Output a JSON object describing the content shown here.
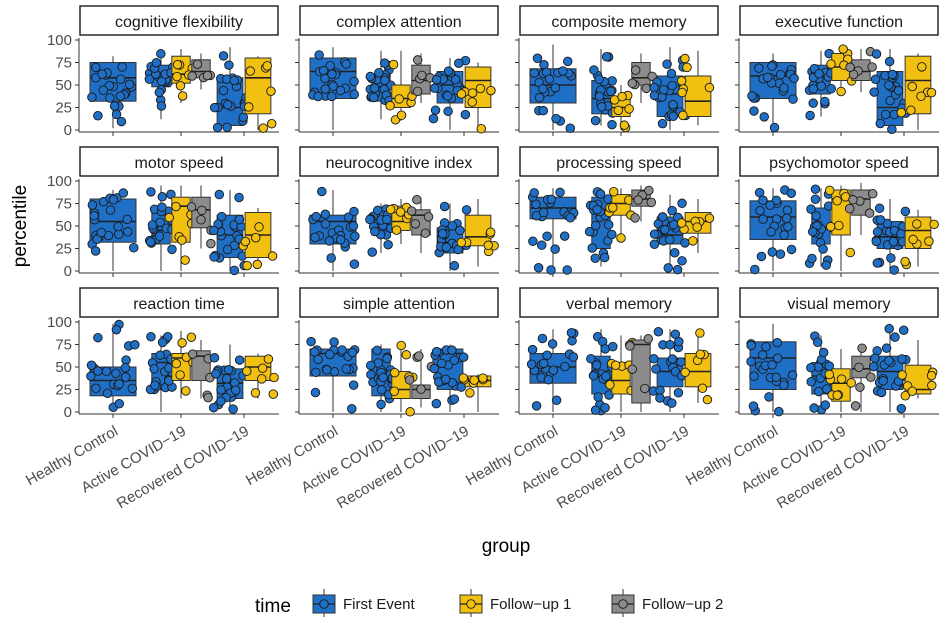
{
  "chart_data": {
    "type": "box",
    "xlabel": "group",
    "ylabel": "percentile",
    "ylim": [
      0,
      100
    ],
    "yticks": [
      0,
      25,
      50,
      75,
      100
    ],
    "categories": [
      "Healthy Control",
      "Active COVID−19",
      "Recovered COVID−19"
    ],
    "legend": {
      "title": "time",
      "position": "bottom",
      "entries": [
        {
          "name": "First Event",
          "color": "#1f6fc6"
        },
        {
          "name": "Follow−up 1",
          "color": "#f2c010"
        },
        {
          "name": "Follow−up 2",
          "color": "#8c8c8c"
        }
      ]
    },
    "panels": [
      {
        "name": "cognitive flexibility",
        "boxes": [
          {
            "group": 0,
            "time": 0,
            "q1": 32,
            "median": 58,
            "q3": 75,
            "wlo": 2,
            "whi": 82
          },
          {
            "group": 1,
            "time": 0,
            "q1": 48,
            "median": 60,
            "q3": 72,
            "wlo": 12,
            "whi": 85
          },
          {
            "group": 1,
            "time": 1,
            "q1": 52,
            "median": 62,
            "q3": 82,
            "wlo": 30,
            "whi": 90
          },
          {
            "group": 1,
            "time": 2,
            "q1": 58,
            "median": 65,
            "q3": 78,
            "wlo": 45,
            "whi": 85
          },
          {
            "group": 2,
            "time": 0,
            "q1": 5,
            "median": 25,
            "q3": 58,
            "wlo": 0,
            "whi": 92
          },
          {
            "group": 2,
            "time": 1,
            "q1": 18,
            "median": 58,
            "q3": 80,
            "wlo": 0,
            "whi": 82
          }
        ]
      },
      {
        "name": "complex attention",
        "boxes": [
          {
            "group": 0,
            "time": 0,
            "q1": 35,
            "median": 65,
            "q3": 80,
            "wlo": 0,
            "whi": 92
          },
          {
            "group": 1,
            "time": 0,
            "q1": 32,
            "median": 48,
            "q3": 62,
            "wlo": 12,
            "whi": 88
          },
          {
            "group": 1,
            "time": 1,
            "q1": 25,
            "median": 35,
            "q3": 50,
            "wlo": 10,
            "whi": 88
          },
          {
            "group": 1,
            "time": 2,
            "q1": 40,
            "median": 55,
            "q3": 72,
            "wlo": 30,
            "whi": 85
          },
          {
            "group": 2,
            "time": 0,
            "q1": 30,
            "median": 50,
            "q3": 65,
            "wlo": 0,
            "whi": 80
          },
          {
            "group": 2,
            "time": 1,
            "q1": 25,
            "median": 55,
            "q3": 70,
            "wlo": 0,
            "whi": 75
          }
        ]
      },
      {
        "name": "composite memory",
        "boxes": [
          {
            "group": 0,
            "time": 0,
            "q1": 30,
            "median": 50,
            "q3": 68,
            "wlo": 0,
            "whi": 95
          },
          {
            "group": 1,
            "time": 0,
            "q1": 18,
            "median": 35,
            "q3": 55,
            "wlo": 5,
            "whi": 90
          },
          {
            "group": 1,
            "time": 1,
            "q1": 15,
            "median": 25,
            "q3": 35,
            "wlo": 0,
            "whi": 50
          },
          {
            "group": 1,
            "time": 2,
            "q1": 50,
            "median": 58,
            "q3": 75,
            "wlo": 30,
            "whi": 85
          },
          {
            "group": 2,
            "time": 0,
            "q1": 15,
            "median": 40,
            "q3": 60,
            "wlo": 0,
            "whi": 92
          },
          {
            "group": 2,
            "time": 1,
            "q1": 15,
            "median": 32,
            "q3": 60,
            "wlo": 5,
            "whi": 88
          }
        ]
      },
      {
        "name": "executive function",
        "boxes": [
          {
            "group": 0,
            "time": 0,
            "q1": 35,
            "median": 60,
            "q3": 75,
            "wlo": 0,
            "whi": 85
          },
          {
            "group": 1,
            "time": 0,
            "q1": 40,
            "median": 60,
            "q3": 72,
            "wlo": 15,
            "whi": 88
          },
          {
            "group": 1,
            "time": 1,
            "q1": 55,
            "median": 70,
            "q3": 85,
            "wlo": 40,
            "whi": 92
          },
          {
            "group": 1,
            "time": 2,
            "q1": 55,
            "median": 65,
            "q3": 78,
            "wlo": 42,
            "whi": 90
          },
          {
            "group": 2,
            "time": 0,
            "q1": 5,
            "median": 25,
            "q3": 65,
            "wlo": 0,
            "whi": 90
          },
          {
            "group": 2,
            "time": 1,
            "q1": 18,
            "median": 55,
            "q3": 82,
            "wlo": 0,
            "whi": 85
          }
        ]
      },
      {
        "name": "motor speed",
        "boxes": [
          {
            "group": 0,
            "time": 0,
            "q1": 32,
            "median": 55,
            "q3": 80,
            "wlo": 0,
            "whi": 90
          },
          {
            "group": 1,
            "time": 0,
            "q1": 30,
            "median": 45,
            "q3": 70,
            "wlo": 0,
            "whi": 95
          },
          {
            "group": 1,
            "time": 1,
            "q1": 32,
            "median": 72,
            "q3": 82,
            "wlo": 0,
            "whi": 95
          },
          {
            "group": 1,
            "time": 2,
            "q1": 48,
            "median": 68,
            "q3": 82,
            "wlo": 25,
            "whi": 95
          },
          {
            "group": 2,
            "time": 0,
            "q1": 15,
            "median": 40,
            "q3": 62,
            "wlo": 0,
            "whi": 90
          },
          {
            "group": 2,
            "time": 1,
            "q1": 15,
            "median": 40,
            "q3": 65,
            "wlo": 5,
            "whi": 70
          }
        ]
      },
      {
        "name": "neurocognitive index",
        "boxes": [
          {
            "group": 0,
            "time": 0,
            "q1": 30,
            "median": 55,
            "q3": 62,
            "wlo": 0,
            "whi": 90
          },
          {
            "group": 1,
            "time": 0,
            "q1": 40,
            "median": 48,
            "q3": 62,
            "wlo": 20,
            "whi": 75
          },
          {
            "group": 1,
            "time": 1,
            "q1": 45,
            "median": 55,
            "q3": 72,
            "wlo": 30,
            "whi": 80
          },
          {
            "group": 1,
            "time": 2,
            "q1": 40,
            "median": 62,
            "q3": 68,
            "wlo": 20,
            "whi": 80
          },
          {
            "group": 2,
            "time": 0,
            "q1": 20,
            "median": 32,
            "q3": 48,
            "wlo": 0,
            "whi": 75
          },
          {
            "group": 2,
            "time": 1,
            "q1": 28,
            "median": 38,
            "q3": 62,
            "wlo": 5,
            "whi": 80
          }
        ]
      },
      {
        "name": "processing speed",
        "boxes": [
          {
            "group": 0,
            "time": 0,
            "q1": 58,
            "median": 70,
            "q3": 82,
            "wlo": 0,
            "whi": 92
          },
          {
            "group": 1,
            "time": 0,
            "q1": 25,
            "median": 68,
            "q3": 82,
            "wlo": 5,
            "whi": 92
          },
          {
            "group": 1,
            "time": 1,
            "q1": 62,
            "median": 75,
            "q3": 85,
            "wlo": 35,
            "whi": 92
          },
          {
            "group": 1,
            "time": 2,
            "q1": 72,
            "median": 80,
            "q3": 90,
            "wlo": 55,
            "whi": 95
          },
          {
            "group": 2,
            "time": 0,
            "q1": 30,
            "median": 40,
            "q3": 60,
            "wlo": 0,
            "whi": 85
          },
          {
            "group": 2,
            "time": 1,
            "q1": 42,
            "median": 55,
            "q3": 65,
            "wlo": 20,
            "whi": 80
          }
        ]
      },
      {
        "name": "psychomotor speed",
        "boxes": [
          {
            "group": 0,
            "time": 0,
            "q1": 35,
            "median": 60,
            "q3": 78,
            "wlo": 0,
            "whi": 92
          },
          {
            "group": 1,
            "time": 0,
            "q1": 30,
            "median": 48,
            "q3": 70,
            "wlo": 5,
            "whi": 92
          },
          {
            "group": 1,
            "time": 1,
            "q1": 40,
            "median": 80,
            "q3": 90,
            "wlo": 0,
            "whi": 95
          },
          {
            "group": 1,
            "time": 2,
            "q1": 62,
            "median": 80,
            "q3": 90,
            "wlo": 40,
            "whi": 98
          },
          {
            "group": 2,
            "time": 0,
            "q1": 25,
            "median": 38,
            "q3": 55,
            "wlo": 0,
            "whi": 80
          },
          {
            "group": 2,
            "time": 1,
            "q1": 25,
            "median": 45,
            "q3": 60,
            "wlo": 5,
            "whi": 68
          }
        ]
      },
      {
        "name": "reaction time",
        "boxes": [
          {
            "group": 0,
            "time": 0,
            "q1": 18,
            "median": 35,
            "q3": 50,
            "wlo": 0,
            "whi": 98
          },
          {
            "group": 1,
            "time": 0,
            "q1": 25,
            "median": 55,
            "q3": 65,
            "wlo": 0,
            "whi": 85
          },
          {
            "group": 1,
            "time": 1,
            "q1": 35,
            "median": 60,
            "q3": 65,
            "wlo": 15,
            "whi": 90
          },
          {
            "group": 1,
            "time": 2,
            "q1": 35,
            "median": 62,
            "q3": 68,
            "wlo": 15,
            "whi": 80
          },
          {
            "group": 2,
            "time": 0,
            "q1": 15,
            "median": 32,
            "q3": 48,
            "wlo": 0,
            "whi": 75
          },
          {
            "group": 2,
            "time": 1,
            "q1": 35,
            "median": 50,
            "q3": 62,
            "wlo": 15,
            "whi": 65
          }
        ]
      },
      {
        "name": "simple attention",
        "boxes": [
          {
            "group": 0,
            "time": 0,
            "q1": 40,
            "median": 65,
            "q3": 70,
            "wlo": 0,
            "whi": 80
          },
          {
            "group": 1,
            "time": 0,
            "q1": 18,
            "median": 40,
            "q3": 70,
            "wlo": 0,
            "whi": 75
          },
          {
            "group": 1,
            "time": 1,
            "q1": 15,
            "median": 25,
            "q3": 45,
            "wlo": 0,
            "whi": 75
          },
          {
            "group": 1,
            "time": 2,
            "q1": 15,
            "median": 25,
            "q3": 30,
            "wlo": 5,
            "whi": 70
          },
          {
            "group": 2,
            "time": 0,
            "q1": 25,
            "median": 65,
            "q3": 70,
            "wlo": 0,
            "whi": 75
          },
          {
            "group": 2,
            "time": 1,
            "q1": 28,
            "median": 35,
            "q3": 40,
            "wlo": 0,
            "whi": 42
          }
        ]
      },
      {
        "name": "verbal memory",
        "boxes": [
          {
            "group": 0,
            "time": 0,
            "q1": 32,
            "median": 50,
            "q3": 65,
            "wlo": 0,
            "whi": 92
          },
          {
            "group": 1,
            "time": 0,
            "q1": 20,
            "median": 40,
            "q3": 62,
            "wlo": 0,
            "whi": 92
          },
          {
            "group": 1,
            "time": 1,
            "q1": 20,
            "median": 35,
            "q3": 55,
            "wlo": 0,
            "whi": 85
          },
          {
            "group": 1,
            "time": 2,
            "q1": 10,
            "median": 75,
            "q3": 80,
            "wlo": 0,
            "whi": 85
          },
          {
            "group": 2,
            "time": 0,
            "q1": 28,
            "median": 45,
            "q3": 60,
            "wlo": 0,
            "whi": 92
          },
          {
            "group": 2,
            "time": 1,
            "q1": 28,
            "median": 45,
            "q3": 65,
            "wlo": 10,
            "whi": 90
          }
        ]
      },
      {
        "name": "visual memory",
        "boxes": [
          {
            "group": 0,
            "time": 0,
            "q1": 25,
            "median": 60,
            "q3": 78,
            "wlo": 0,
            "whi": 98
          },
          {
            "group": 1,
            "time": 0,
            "q1": 20,
            "median": 40,
            "q3": 55,
            "wlo": 0,
            "whi": 85
          },
          {
            "group": 1,
            "time": 1,
            "q1": 12,
            "median": 32,
            "q3": 48,
            "wlo": 0,
            "whi": 70
          },
          {
            "group": 1,
            "time": 2,
            "q1": 38,
            "median": 48,
            "q3": 62,
            "wlo": 0,
            "whi": 75
          },
          {
            "group": 2,
            "time": 0,
            "q1": 25,
            "median": 45,
            "q3": 62,
            "wlo": 0,
            "whi": 98
          },
          {
            "group": 2,
            "time": 1,
            "q1": 20,
            "median": 25,
            "q3": 52,
            "wlo": 15,
            "whi": 80
          }
        ]
      }
    ]
  }
}
